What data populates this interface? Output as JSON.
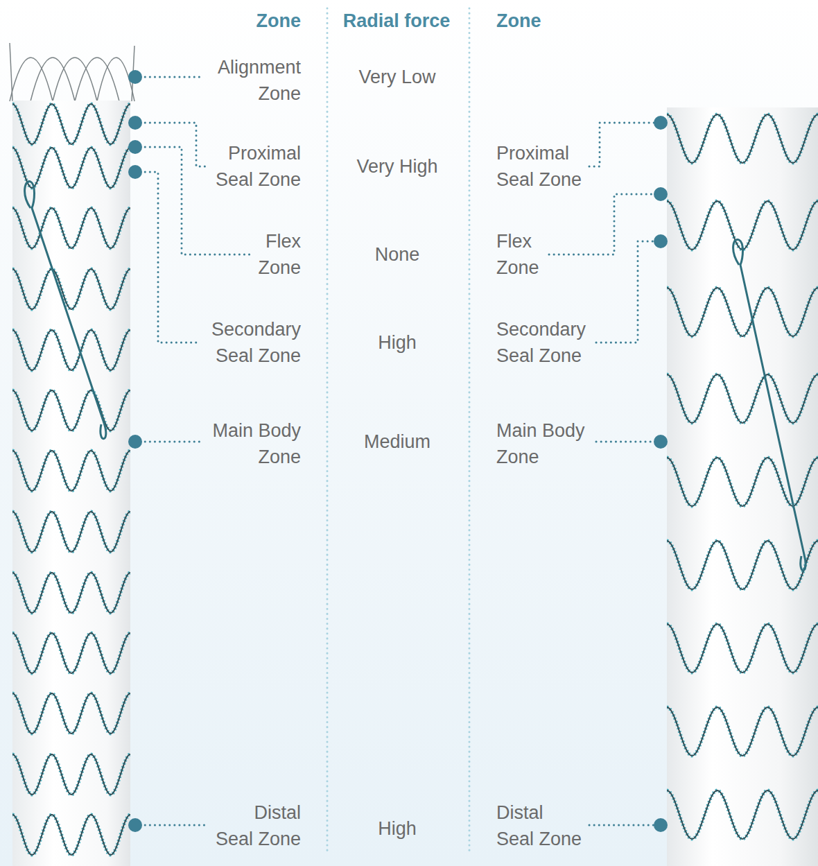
{
  "diagram": {
    "labels": [
      "Zone",
      "Radial force",
      "Zone",
      "Alignment Zone",
      "Very Low",
      "Proximal Seal Zone",
      "Very High",
      "Proximal Seal Zone",
      "Flex Zone",
      "None",
      "Flex Zone",
      "Secondary Seal Zone",
      "High",
      "Secondary Seal Zone",
      "Main Body Zone",
      "Medium",
      "Main Body Zone",
      "Distal Seal Zone",
      "High",
      "Distal Seal Zone"
    ]
  }
}
